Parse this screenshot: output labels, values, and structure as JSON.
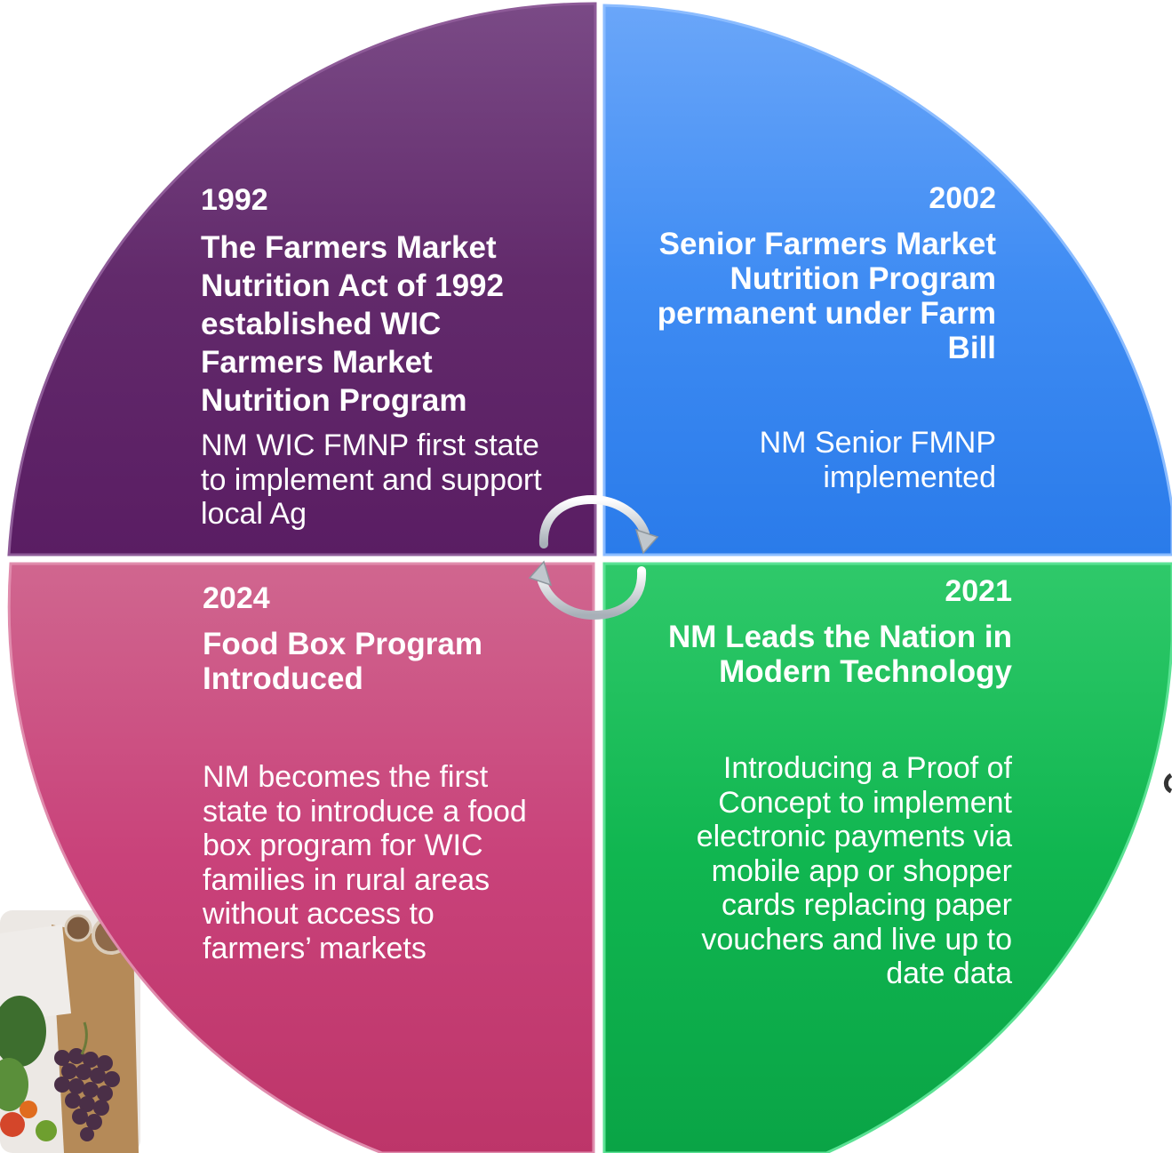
{
  "quadrants": {
    "top_left": {
      "year": "1992",
      "heading_lines": [
        "The Farmers Market",
        "Nutrition Act of 1992",
        "established WIC",
        "Farmers Market",
        "Nutrition Program"
      ],
      "body_lines": [
        "NM WIC FMNP first state",
        "to implement and support",
        "local Ag"
      ],
      "color": "#5e2466"
    },
    "top_right": {
      "year": "2002",
      "heading_lines": [
        "Senior Farmers Market",
        "Nutrition Program",
        "permanent under Farm",
        "Bill"
      ],
      "body_lines": [
        "NM Senior FMNP",
        "implemented"
      ],
      "color": "#3f8cf2"
    },
    "bottom_left": {
      "year": "2024",
      "heading_lines": [
        "Food Box Program",
        "Introduced"
      ],
      "body_lines": [
        "NM becomes the first",
        "state to introduce a food",
        "box program for WIC",
        "families in rural areas",
        "without access to",
        "farmers’ markets"
      ],
      "color": "#c83a6f"
    },
    "bottom_right": {
      "year": "2021",
      "heading_lines": [
        "NM Leads the Nation in",
        "Modern Technology"
      ],
      "body_lines": [
        "Introducing a Proof of",
        "Concept to implement",
        "electronic payments via",
        "mobile app or shopper",
        "cards replacing paper",
        "vouchers and live up to",
        "date data"
      ],
      "color": "#13b24e"
    }
  },
  "center_icon": "cycle-arrows-icon",
  "photo": "food-box-photo"
}
